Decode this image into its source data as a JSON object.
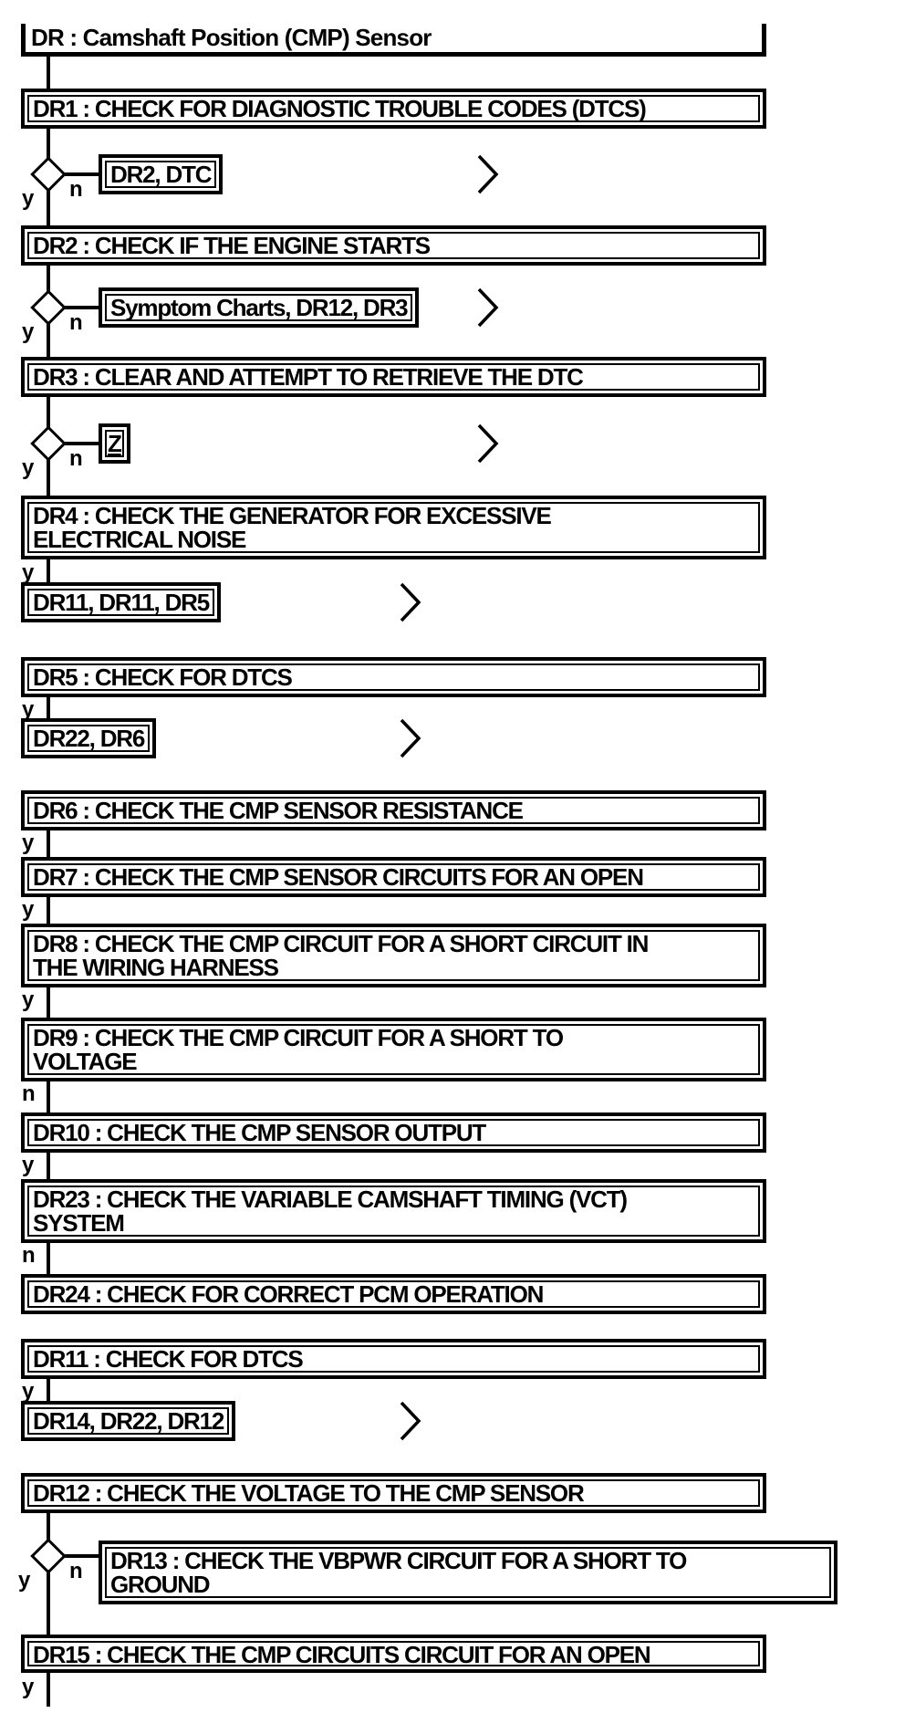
{
  "flowchart": {
    "title": "DR : Camshaft Position (CMP) Sensor",
    "labels": {
      "yes": "y",
      "no": "n"
    },
    "steps": {
      "dr1": "DR1 : CHECK FOR DIAGNOSTIC TROUBLE CODES (DTCS)",
      "dr2": "DR2 : CHECK IF THE ENGINE STARTS",
      "dr3": "DR3 : CLEAR AND ATTEMPT TO RETRIEVE THE DTC",
      "dr4a": "DR4 : CHECK THE GENERATOR FOR EXCESSIVE",
      "dr4b": "ELECTRICAL NOISE",
      "dr5": "DR5 : CHECK FOR DTCS",
      "dr6": "DR6 : CHECK THE CMP SENSOR RESISTANCE",
      "dr7": "DR7 : CHECK THE CMP SENSOR CIRCUITS FOR AN OPEN",
      "dr8a": "DR8 : CHECK THE CMP CIRCUIT FOR A SHORT CIRCUIT IN",
      "dr8b": "THE WIRING HARNESS",
      "dr9a": "DR9 : CHECK THE CMP CIRCUIT FOR A SHORT TO",
      "dr9b": "VOLTAGE",
      "dr10": "DR10 : CHECK THE CMP SENSOR OUTPUT",
      "dr23a": "DR23 : CHECK THE VARIABLE CAMSHAFT TIMING (VCT)",
      "dr23b": "SYSTEM",
      "dr24": "DR24 : CHECK FOR CORRECT PCM OPERATION",
      "dr11": "DR11 : CHECK FOR DTCS",
      "dr12": "DR12 : CHECK THE VOLTAGE TO THE CMP SENSOR",
      "dr13a": "DR13 : CHECK THE VBPWR CIRCUIT FOR A SHORT TO",
      "dr13b": "GROUND",
      "dr15": "DR15 : CHECK THE CMP CIRCUITS CIRCUIT FOR AN OPEN"
    },
    "refs": {
      "ref1": "DR2, DTC",
      "ref2": "Symptom Charts, DR12, DR3",
      "ref3": "Z",
      "ref4": "DR11, DR11, DR5",
      "ref5": "DR22, DR6",
      "ref6": "DR14, DR22, DR12"
    },
    "colors": {
      "ink": "#000000",
      "paper": "#ffffff"
    }
  }
}
